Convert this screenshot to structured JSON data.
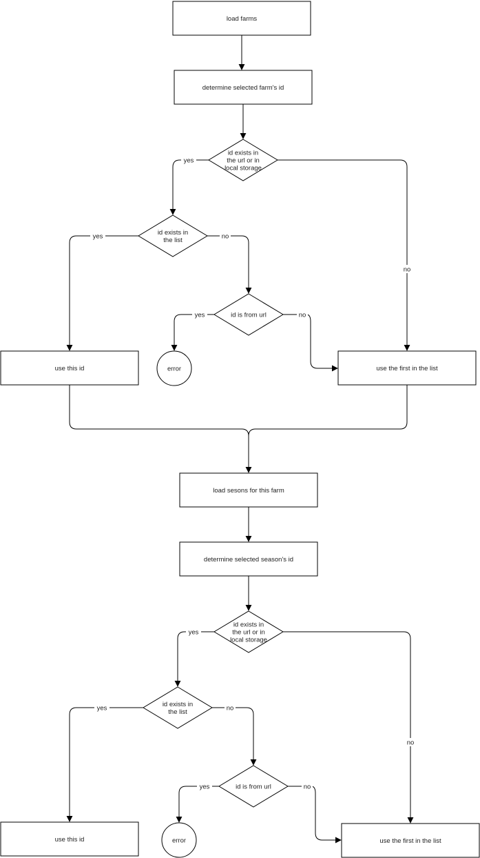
{
  "diagram": {
    "type": "flowchart",
    "nodes": {
      "load_farms": "load farms",
      "determine_farm": "determine selected farm's id",
      "farm_id_exists": "id exists in the url or in local storage",
      "farm_in_list": "id exists in the list",
      "farm_from_url": "id is from url",
      "farm_use_id": "use this id",
      "farm_error": "error",
      "farm_use_first": "use the first in the list",
      "load_seasons": "load sesons for this farm",
      "determine_season": "determine selected season's id",
      "season_id_exists": "id exists in the url or in local storage",
      "season_in_list": "id exists in the list",
      "season_from_url": "id is from url",
      "season_use_id": "use this id",
      "season_error": "error",
      "season_use_first": "use the first in the list"
    },
    "edge_labels": {
      "yes": "yes",
      "no": "no"
    },
    "edges": [
      {
        "from": "load_farms",
        "to": "determine_farm"
      },
      {
        "from": "determine_farm",
        "to": "farm_id_exists"
      },
      {
        "from": "farm_id_exists",
        "to": "farm_in_list",
        "label": "yes"
      },
      {
        "from": "farm_id_exists",
        "to": "farm_use_first",
        "label": "no"
      },
      {
        "from": "farm_in_list",
        "to": "farm_use_id",
        "label": "yes"
      },
      {
        "from": "farm_in_list",
        "to": "farm_from_url",
        "label": "no"
      },
      {
        "from": "farm_from_url",
        "to": "farm_error",
        "label": "yes"
      },
      {
        "from": "farm_from_url",
        "to": "farm_use_first",
        "label": "no"
      },
      {
        "from": "farm_use_id",
        "to": "load_seasons"
      },
      {
        "from": "farm_use_first",
        "to": "load_seasons"
      },
      {
        "from": "load_seasons",
        "to": "determine_season"
      },
      {
        "from": "determine_season",
        "to": "season_id_exists"
      },
      {
        "from": "season_id_exists",
        "to": "season_in_list",
        "label": "yes"
      },
      {
        "from": "season_id_exists",
        "to": "season_use_first",
        "label": "no"
      },
      {
        "from": "season_in_list",
        "to": "season_use_id",
        "label": "yes"
      },
      {
        "from": "season_in_list",
        "to": "season_from_url",
        "label": "no"
      },
      {
        "from": "season_from_url",
        "to": "season_error",
        "label": "yes"
      },
      {
        "from": "season_from_url",
        "to": "season_use_first",
        "label": "no"
      }
    ]
  }
}
